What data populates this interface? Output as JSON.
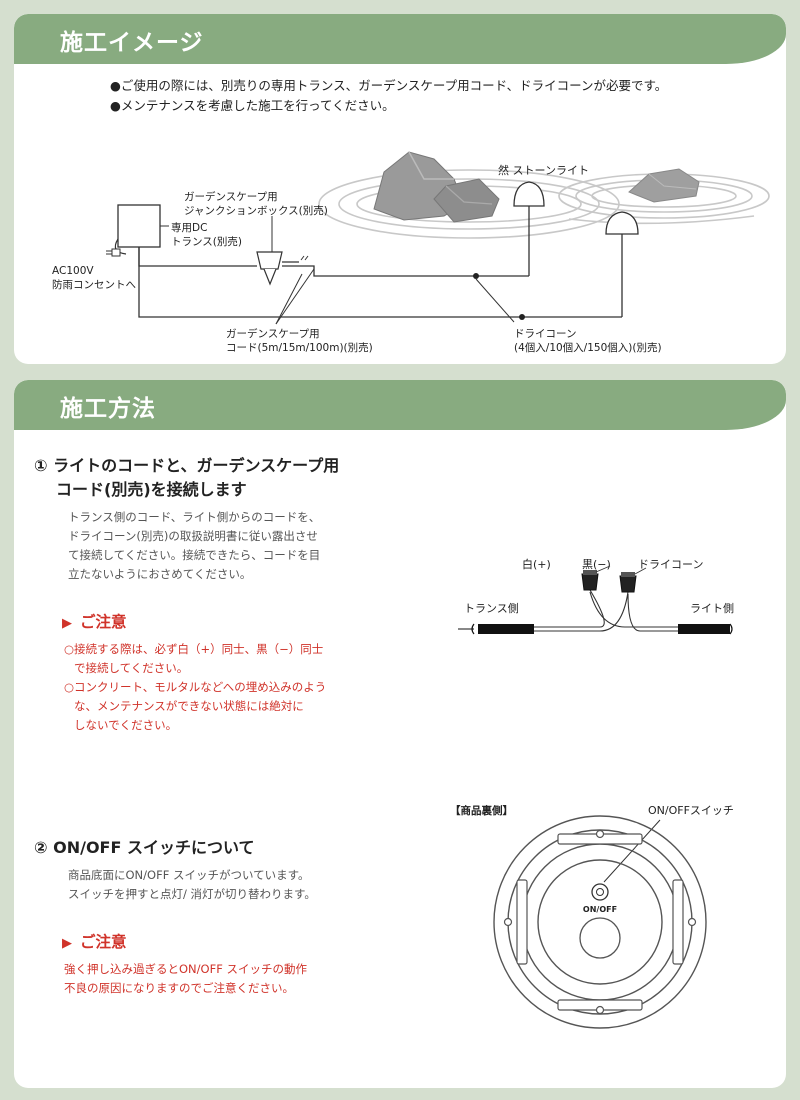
{
  "section1": {
    "title": "施工イメージ",
    "notes": [
      "●ご使用の際には、別売りの専用トランス、ガーデンスケープ用コード、ドライコーンが必要です。",
      "●メンテナンスを考慮した施工を行ってください。"
    ],
    "diagram": {
      "light_label": "然 ストーンライト",
      "junction_box_label": [
        "ガーデンスケープ用",
        "ジャンクションボックス(別売)"
      ],
      "transformer_label": [
        "専用DC",
        "トランス(別売)"
      ],
      "outlet_label": [
        "AC100V",
        "防雨コンセントへ"
      ],
      "cord_label": [
        "ガーデンスケープ用",
        "コード(5m/15m/100m)(別売)"
      ],
      "dry_cone_label": [
        "ドライコーン",
        "(4個入/10個入/150個入)(別売)"
      ]
    }
  },
  "section2": {
    "title": "施工方法",
    "step1": {
      "title_line1": "① ライトのコードと、ガーデンスケープ用",
      "title_line2": "コード(別売)を接続します",
      "body": [
        "トランス側のコード、ライト側からのコードを、",
        "ドライコーン(別売)の取扱説明書に従い露出させ",
        "て接続してください。接続できたら、コードを目",
        "立たないようにおさめてください。"
      ],
      "caution_title": "ご注意",
      "caution": [
        "○接続する際は、必ず白（+）同士、黒（−）同士",
        "で接続してください。",
        "○コンクリート、モルタルなどへの埋め込みのよう",
        "な、メンテナンスができない状態には絶対に",
        "しないでください。"
      ],
      "diagram": {
        "white_label": "白(+)",
        "black_label": "黒(−)",
        "drycone_label": "ドライコーン",
        "trans_side": "トランス側",
        "light_side": "ライト側"
      }
    },
    "step2": {
      "title": "② ON/OFF スイッチについて",
      "body": [
        "商品底面にON/OFF スイッチがついています。",
        "スイッチを押すと点灯/ 消灯が切り替わります。"
      ],
      "caution_title": "ご注意",
      "caution": [
        "強く押し込み過ぎるとON/OFF スイッチの動作",
        "不良の原因になりますのでご注意ください。"
      ],
      "diagram": {
        "bottom_label": "【商品裏側】",
        "switch_label": "ON/OFFスイッチ",
        "switch_mark": "ON/OFF"
      }
    }
  }
}
